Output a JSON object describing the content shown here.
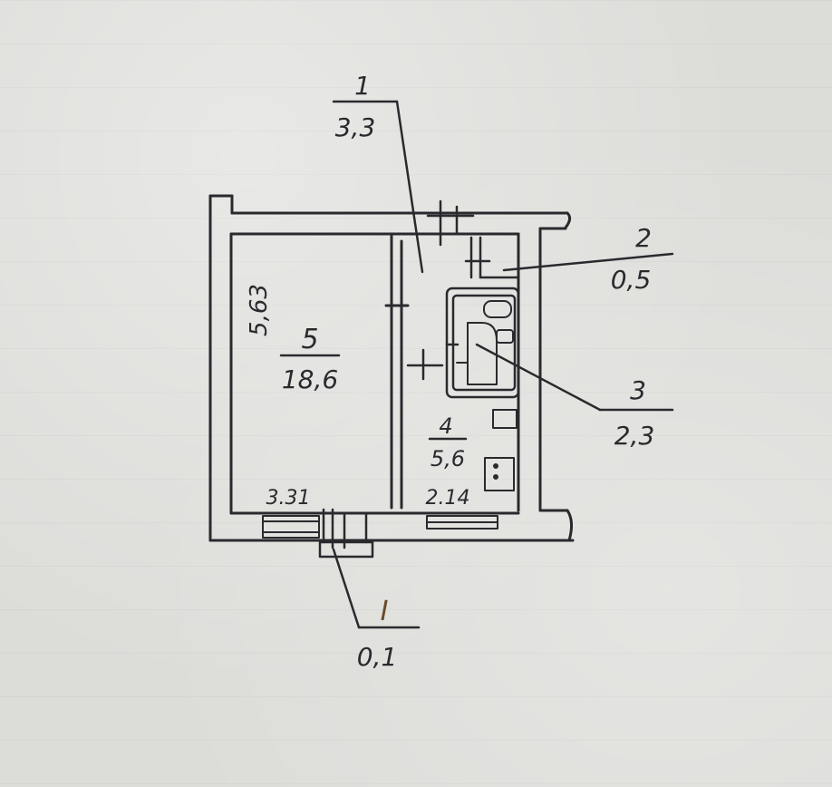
{
  "plan": {
    "ink_color": "#2a2a2e",
    "paper_color": "#dcddd9",
    "rooms": [
      {
        "number": "1",
        "area": "3,3"
      },
      {
        "number": "2",
        "area": "0,5"
      },
      {
        "number": "3",
        "area": "2,3"
      },
      {
        "number": "4",
        "area": "5,6"
      },
      {
        "number": "5",
        "area": "18,6"
      },
      {
        "number": "I",
        "area": "0,1"
      }
    ],
    "dimensions": {
      "room5_depth": "5,63",
      "room5_width": "3.31",
      "room4_width": "2.14"
    }
  }
}
